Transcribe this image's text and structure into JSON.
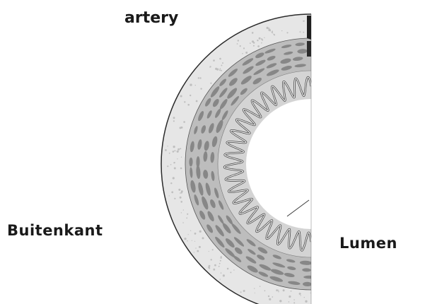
{
  "diagram": {
    "title": "artery",
    "outside_label": "Buitenkant",
    "lumen_label": "Lumen"
  },
  "colors": {
    "adventitia": "#e6e6e6",
    "media": "#bdbdbd",
    "media_cells": "#7e7e7e",
    "intima": "#d4d4d4",
    "elastic_lamina": "#3a3a3a",
    "outline": "#2a2a2a"
  }
}
